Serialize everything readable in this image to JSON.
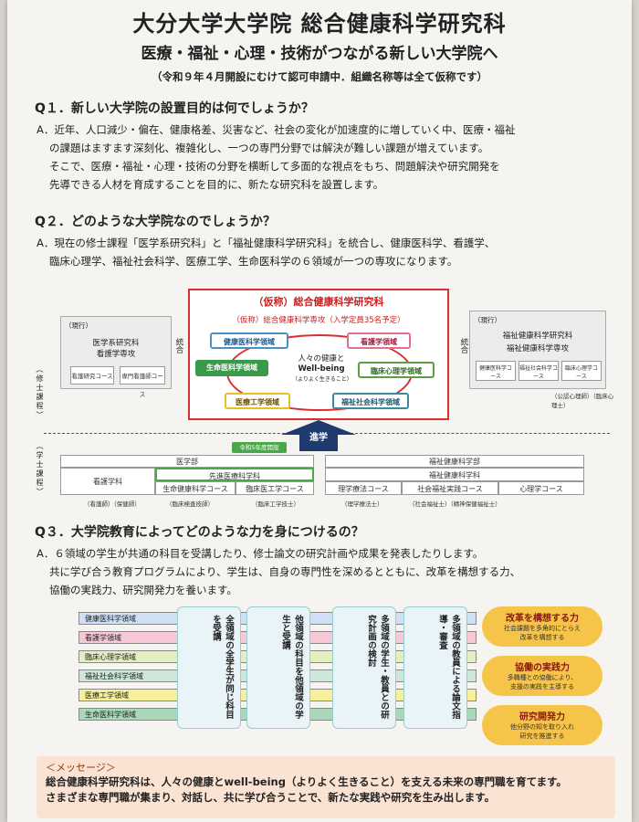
{
  "header": {
    "title": "大分大学大学院 総合健康科学研究科",
    "subtitle": "医療・福祉・心理・技術がつながる新しい大学院へ",
    "note": "（令和９年４月開設にむけて認可申請中．組織名称等は全て仮称です）"
  },
  "q1": {
    "question": "Q１．新しい大学院の設置目的は何でしょうか？",
    "lines": [
      "A．近年、人口減少・偏在、健康格差、災害など、社会の変化が加速度的に増していく中、医療・福祉",
      "の課題はますます深刻化、複雑化し、一つの専門分野では解決が難しい課題が増えています。",
      "そこで、医療・福祉・心理・技術の分野を横断して多面的な視点をもち、問題解決や研究開発を",
      "先導できる人材を育成することを目的に、新たな研究科を設置します。"
    ]
  },
  "q2": {
    "question": "Q２．どのような大学院なのでしょうか？",
    "lines": [
      "A．現在の修士課程「医学系研究科」と「福祉健康科学研究科」を統合し、健康医科学、看護学、",
      "臨床心理学、福祉社会科学、医療工学、生命医科学の６領域が一つの専攻になります。"
    ],
    "diagram": {
      "center_title": "（仮称）総合健康科学研究科",
      "center_sub": "（仮称）総合健康科学専攻（入学定員35名予定）",
      "wellbeing": "人々の健康と",
      "wellbeing2": "Well-being",
      "wellbeing_small": "（よりよく生きること）",
      "fields": [
        "健康医科学領域",
        "看護学領域",
        "生命医科学領域",
        "臨床心理学領域",
        "医療工学領域",
        "福祉社会科学領域"
      ],
      "left_current": "（現行）",
      "left_title1": "医学系研究科",
      "left_title2": "看護学専攻",
      "left_course1": "看護研究コース",
      "left_course2": "専門看護師コース",
      "integrate": "統合",
      "right_current": "（現行）",
      "right_title1": "福祉健康科学研究科",
      "right_title2": "福祉健康科学専攻",
      "right_course1": "健康医科学コース",
      "right_course2": "福祉社会科学コース",
      "right_course3": "臨床心理学コース",
      "right_cap": "（公認心理師）（臨床心理士）",
      "master_label": "（修士課程）",
      "undergrad_label": "（学士課程）",
      "advance": "進学",
      "reiwa": "令和5年度開設",
      "med_faculty": "医学部",
      "nursing": "看護学科",
      "adv_med": "先進医療科学科",
      "life_course": "生命健康科学コース",
      "clinical_course": "臨床医工学コース",
      "welfare_faculty": "福祉健康科学部",
      "welfare_dept": "福祉健康科学科",
      "pt_course": "理学療法コース",
      "social_course": "社会福祉実践コース",
      "psych_course": "心理学コース",
      "cap_nurse": "（看護師）（保健師）",
      "cap_lab": "（臨床検査技師）",
      "cap_ce": "（臨床工学技士）",
      "cap_pt": "（理学療法士）",
      "cap_sw": "（社会福祉士）（精神保健福祉士）"
    }
  },
  "q3": {
    "question": "Q３．大学院教育によってどのような力を身につけるの？",
    "lines": [
      "A．６領域の学生が共通の科目を受講したり、修士論文の研究計画や成果を発表したりします。",
      "共に学び合う教育プログラムにより、学生は、自身の専門性を深めるとともに、改革を構想する力、",
      "協働の実践力、研究開発力を養います。"
    ],
    "bars": [
      "健康医科学領域",
      "看護学領域",
      "臨床心理学領域",
      "福祉社会科学領域",
      "医療工学領域",
      "生命医科学領域"
    ],
    "bar_colors": [
      "#cfe0f4",
      "#f6c8d8",
      "#e3efc0",
      "#cde8d8",
      "#f8ef9a",
      "#a8d8b8"
    ],
    "columns": [
      "全領域の全学生が同じ科目を受講",
      "他領域の科目を他領域の学生と受講",
      "多領域の学生・教員との研究計画の検討",
      "多領域の教員による論文指導・審査"
    ],
    "goals": [
      {
        "title": "改革を構想する力",
        "desc1": "社会課題を多角的にとらえ",
        "desc2": "改革を構想する"
      },
      {
        "title": "協働の実践力",
        "desc1": "多職種との協働により、",
        "desc2": "支援の実践を主導する"
      },
      {
        "title": "研究開発力",
        "desc1": "他分野の知を取り入れ",
        "desc2": "研究を推進する"
      }
    ]
  },
  "message": {
    "title": "＜メッセージ＞",
    "line1": "総合健康科学研究科は、人々の健康とwell-being（よりよく生きること）を支える未来の専門職を育てます。",
    "line2": "さまざまな専門職が集まり、対話し、共に学び合うことで、新たな実践や研究を生み出します。"
  }
}
